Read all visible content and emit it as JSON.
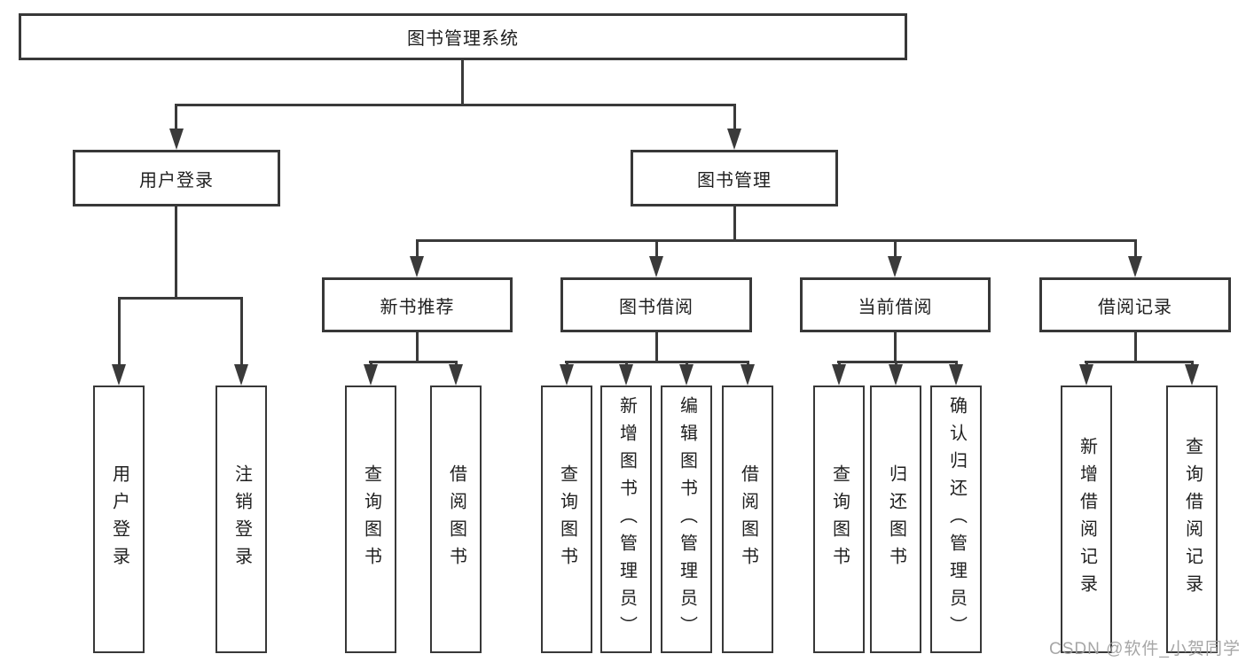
{
  "diagram": {
    "title": "图书管理系统",
    "nodes": {
      "root": {
        "label": "图书管理系统"
      },
      "level2": [
        {
          "label": "用户登录",
          "parent": "图书管理系统"
        },
        {
          "label": "图书管理",
          "parent": "图书管理系统"
        }
      ],
      "level3": [
        {
          "label": "新书推荐",
          "parent": "图书管理"
        },
        {
          "label": "图书借阅",
          "parent": "图书管理"
        },
        {
          "label": "当前借阅",
          "parent": "图书管理"
        },
        {
          "label": "借阅记录",
          "parent": "图书管理"
        }
      ],
      "level4": [
        {
          "label": "用户登录",
          "parent": "用户登录"
        },
        {
          "label": "注销登录",
          "parent": "用户登录"
        },
        {
          "label": "查询图书",
          "parent": "新书推荐"
        },
        {
          "label": "借阅图书",
          "parent": "新书推荐"
        },
        {
          "label": "查询图书",
          "parent": "图书借阅"
        },
        {
          "label": "新增图书（管理员）",
          "parent": "图书借阅"
        },
        {
          "label": "编辑图书（管理员）",
          "parent": "图书借阅"
        },
        {
          "label": "借阅图书",
          "parent": "图书借阅"
        },
        {
          "label": "查询图书",
          "parent": "当前借阅"
        },
        {
          "label": "归还图书",
          "parent": "当前借阅"
        },
        {
          "label": "确认归还（管理员）",
          "parent": "当前借阅"
        },
        {
          "label": "新增借阅记录",
          "parent": "借阅记录"
        },
        {
          "label": "查询借阅记录",
          "parent": "借阅记录"
        }
      ]
    }
  },
  "watermark": {
    "text": "CSDN @软件_小贺同学",
    "color": "#9e9e9e"
  },
  "colors": {
    "line": "#3a3a3a",
    "box_border": "#383838",
    "box_fill": "#ffffff",
    "text": "#1f1f1f",
    "background": "#ffffff"
  }
}
